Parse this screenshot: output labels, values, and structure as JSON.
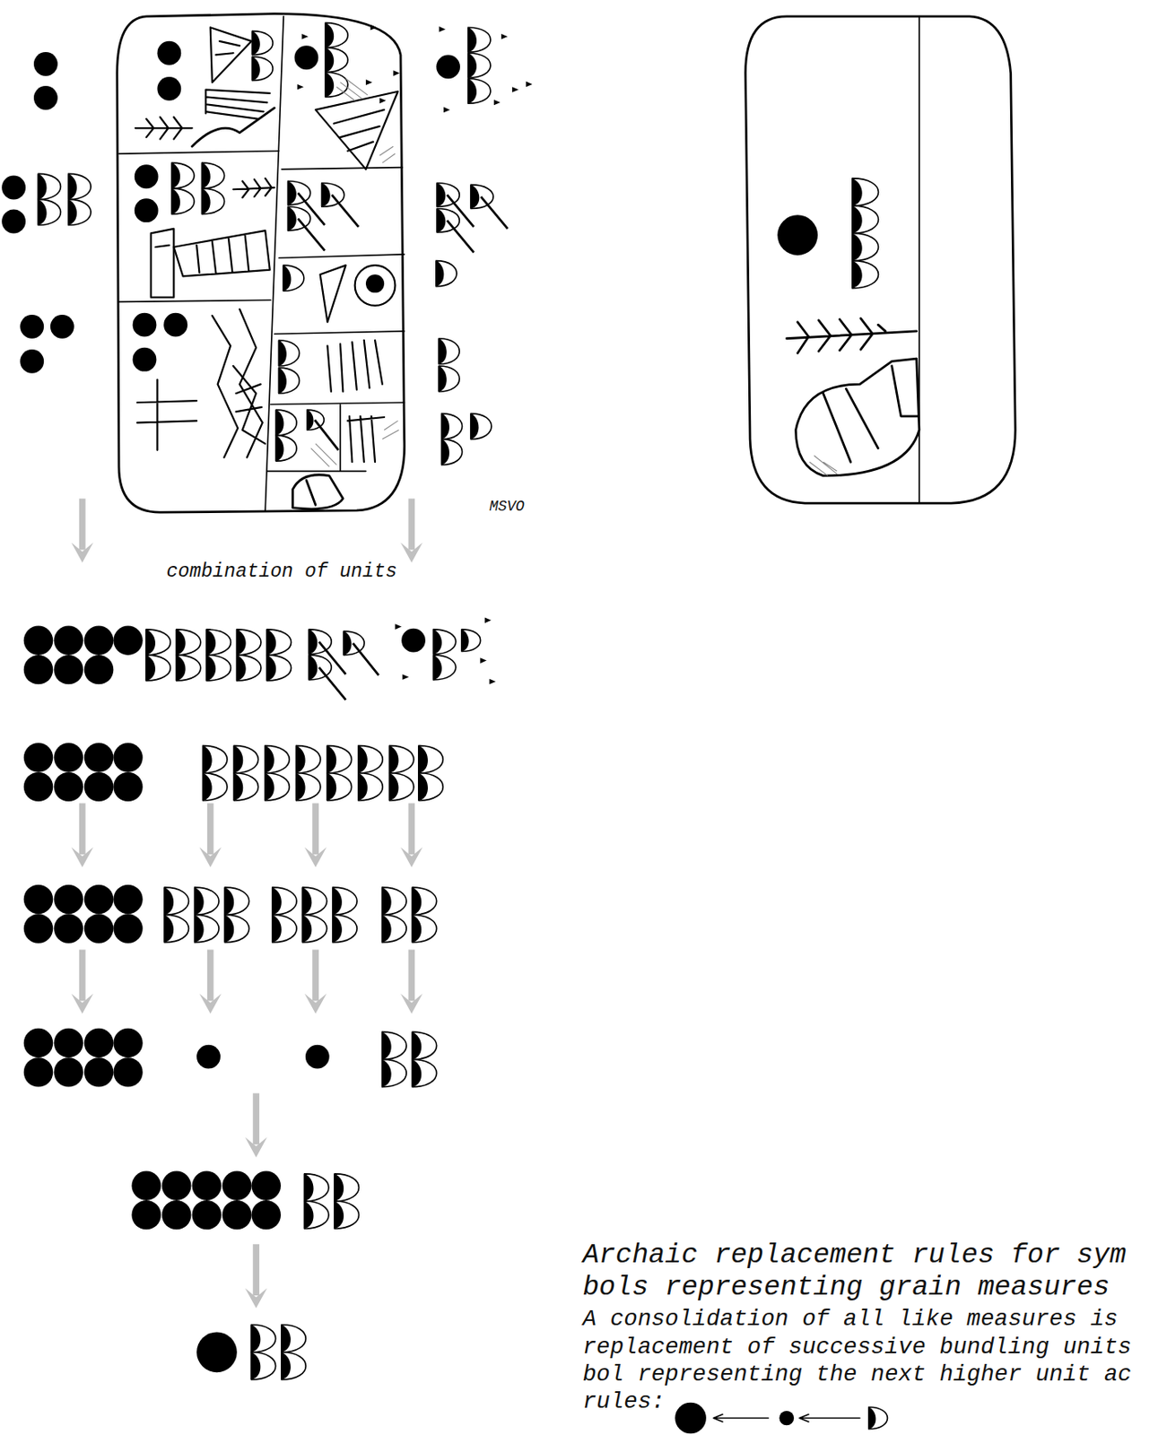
{
  "diagram": {
    "labels": [
      "MSVO",
      "combination of units",
      "Archaic replacement rules for sym",
      "bols representing grain measures",
      "A consolidation of all like measures is",
      "replacement of successive bundling units",
      "bol representing the next higher unit ac",
      "rules:"
    ]
  }
}
